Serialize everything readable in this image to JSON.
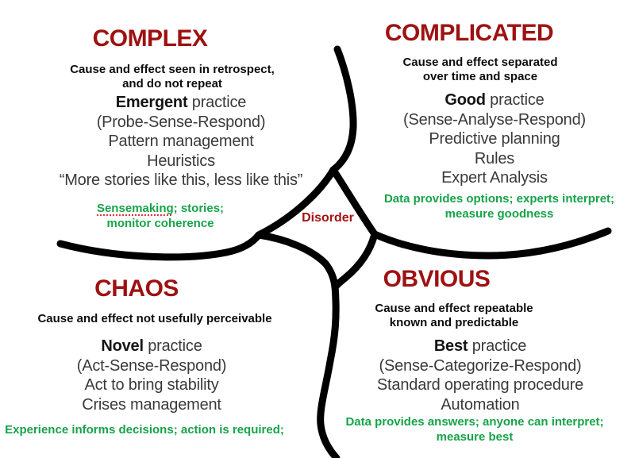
{
  "colors": {
    "title_red": "#9e1111",
    "disorder_red": "#a51310",
    "green": "#17a349",
    "body_gray": "#3a3a3a",
    "line_black": "#000000",
    "background": "#ffffff"
  },
  "disorder_label": "Disorder",
  "quadrants": {
    "complex": {
      "title": "COMPLEX",
      "subtitle": [
        "Cause and effect seen in retrospect,",
        "and do not repeat"
      ],
      "practice_bold": "Emergent",
      "practice_rest": " practice",
      "body": [
        "(Probe-Sense-Respond)",
        "Pattern management",
        "Heuristics",
        "“More stories like this, less like this”"
      ],
      "green_flagged_word": "Sensemaking",
      "green_line1_rest": "; stories;",
      "green_line2": "monitor coherence"
    },
    "complicated": {
      "title": "COMPLICATED",
      "subtitle": [
        "Cause and effect separated",
        "over time and space"
      ],
      "practice_bold": "Good",
      "practice_rest": " practice",
      "body": [
        "(Sense-Analyse-Respond)",
        "Predictive planning",
        "Rules",
        "Expert Analysis"
      ],
      "green": [
        "Data provides options; experts interpret;",
        "measure goodness"
      ]
    },
    "chaos": {
      "title": "CHAOS",
      "subtitle": [
        "Cause and effect not usefully perceivable"
      ],
      "practice_bold": "Novel",
      "practice_rest": " practice",
      "body": [
        "(Act-Sense-Respond)",
        "Act to bring stability",
        "Crises management"
      ],
      "green": [
        "Experience informs decisions; action is required;"
      ]
    },
    "obvious": {
      "title": "OBVIOUS",
      "subtitle": [
        "Cause and effect repeatable",
        "known and predictable"
      ],
      "practice_bold": "Best",
      "practice_rest": " practice",
      "body": [
        "(Sense-Categorize-Respond)",
        "Standard operating procedure",
        "Automation"
      ],
      "green": [
        "Data provides answers; anyone can interpret;",
        "measure best"
      ]
    }
  }
}
